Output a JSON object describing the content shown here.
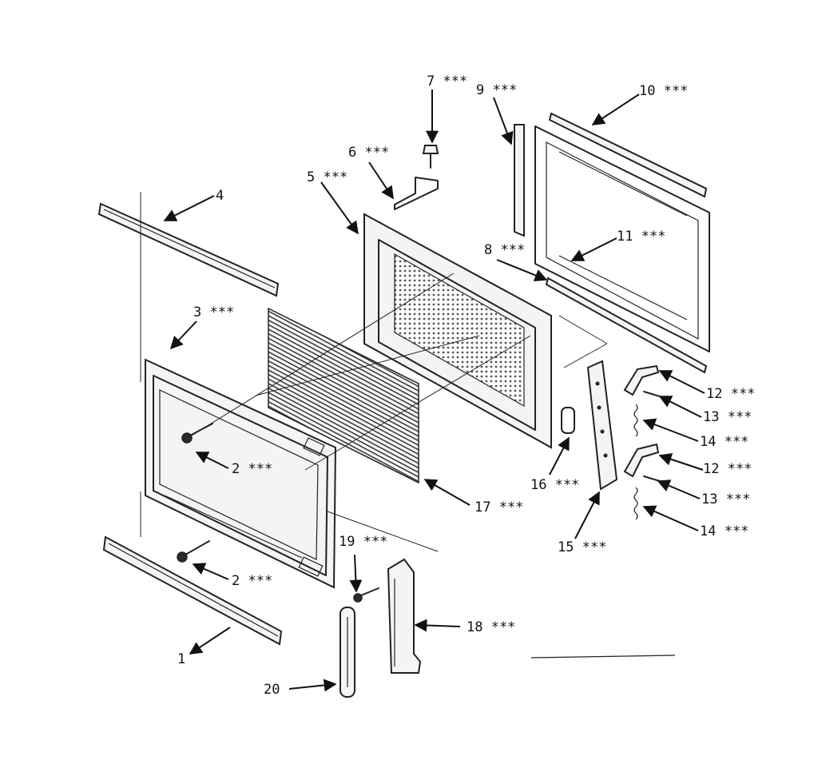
{
  "callouts": [
    {
      "id": "c1",
      "text": "1"
    },
    {
      "id": "c2a",
      "text": "2 ***"
    },
    {
      "id": "c2b",
      "text": "2 ***"
    },
    {
      "id": "c3",
      "text": "3 ***"
    },
    {
      "id": "c4",
      "text": "4"
    },
    {
      "id": "c5",
      "text": "5 ***"
    },
    {
      "id": "c6",
      "text": "6 ***"
    },
    {
      "id": "c7",
      "text": "7 ***"
    },
    {
      "id": "c8",
      "text": "8 ***"
    },
    {
      "id": "c9",
      "text": "9 ***"
    },
    {
      "id": "c10",
      "text": "10 ***"
    },
    {
      "id": "c11",
      "text": "11 ***"
    },
    {
      "id": "c12a",
      "text": "12 ***"
    },
    {
      "id": "c12b",
      "text": "12 ***"
    },
    {
      "id": "c13a",
      "text": "13 ***"
    },
    {
      "id": "c13b",
      "text": "13 ***"
    },
    {
      "id": "c14a",
      "text": "14 ***"
    },
    {
      "id": "c14b",
      "text": "14 ***"
    },
    {
      "id": "c15",
      "text": "15 ***"
    },
    {
      "id": "c16",
      "text": "16 ***"
    },
    {
      "id": "c17",
      "text": "17 ***"
    },
    {
      "id": "c18",
      "text": "18 ***"
    },
    {
      "id": "c19",
      "text": "19 ***"
    },
    {
      "id": "c20",
      "text": "20"
    }
  ],
  "colors": {
    "ink": "#222222",
    "paper": "#ffffff",
    "screen": "#9a9a9a"
  }
}
